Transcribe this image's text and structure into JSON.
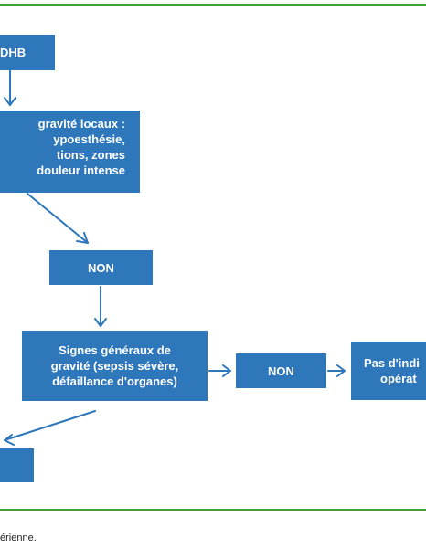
{
  "diagram": {
    "box_dhb": "DHB",
    "box_local": [
      "gravité locaux :",
      "ypoesthésie,",
      "tions, zones",
      "douleur intense"
    ],
    "box_non_1": "NON",
    "box_general": [
      "Signes généraux de",
      "gravité (sepsis sévère,",
      "défaillance d'organes)"
    ],
    "box_non_2": "NON",
    "box_no_indic": [
      "Pas d'indi",
      "opérat"
    ],
    "box_bottom": ""
  },
  "caption": "érienne.",
  "colors": {
    "box_fill": "#2e77bb",
    "arrow": "#2e77bb",
    "frame_line": "#3aa535",
    "box_text": "#ffffff"
  }
}
